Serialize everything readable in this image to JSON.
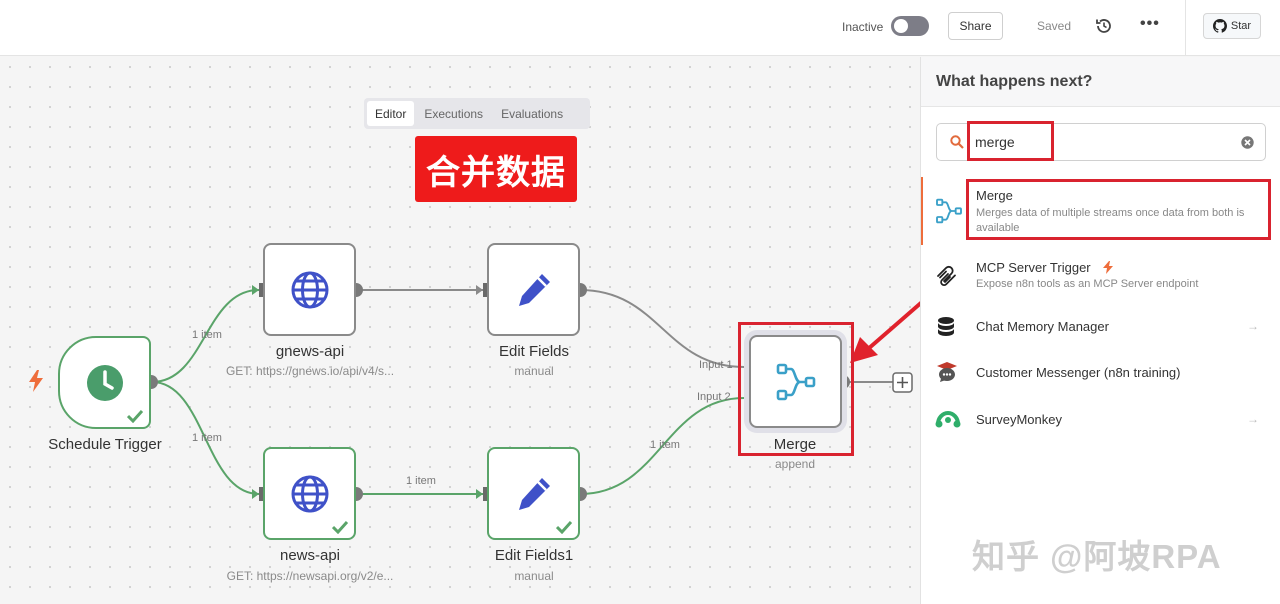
{
  "topbar": {
    "status_label": "Inactive",
    "share_label": "Share",
    "saved_label": "Saved",
    "more_label": "•••",
    "star_label": "Star"
  },
  "tabs": [
    {
      "label": "Editor",
      "active": true
    },
    {
      "label": "Executions",
      "active": false
    },
    {
      "label": "Evaluations",
      "active": false
    }
  ],
  "banner": "合并数据",
  "nodes": {
    "schedule": {
      "title": "Schedule Trigger"
    },
    "gnews": {
      "title": "gnews-api",
      "sub": "GET: https://gnews.io/api/v4/s..."
    },
    "edit1": {
      "title": "Edit Fields",
      "sub": "manual"
    },
    "newsapi": {
      "title": "news-api",
      "sub": "GET: https://newsapi.org/v2/e..."
    },
    "edit2": {
      "title": "Edit Fields1",
      "sub": "manual"
    },
    "merge": {
      "title": "Merge",
      "sub": "append"
    }
  },
  "edges": {
    "e1": "1 item",
    "e2": "1 item",
    "e3": "1 item",
    "e4": "1 item",
    "input1": "Input 1",
    "input2": "Input 2"
  },
  "panel": {
    "title": "What happens next?",
    "search_value": "merge",
    "results": [
      {
        "title": "Merge",
        "desc": "Merges data of multiple streams once data from both is available",
        "icon": "merge-icon"
      },
      {
        "title": "MCP Server Trigger",
        "desc": "Expose n8n tools as an MCP Server endpoint",
        "icon": "mcp-icon"
      },
      {
        "title": "Chat Memory Manager",
        "desc": "",
        "icon": "database-icon"
      },
      {
        "title": "Customer Messenger (n8n training)",
        "desc": "",
        "icon": "messenger-icon"
      },
      {
        "title": "SurveyMonkey",
        "desc": "",
        "icon": "surveymonkey-icon"
      }
    ]
  },
  "watermark": "知乎 @阿坡RPA",
  "colors": {
    "success_green": "#5aa469",
    "globe_blue": "#3f51c8",
    "highlight_red": "#d9232f",
    "banner_red": "#ee1b1b",
    "trigger_orange": "#ee6d3b"
  }
}
